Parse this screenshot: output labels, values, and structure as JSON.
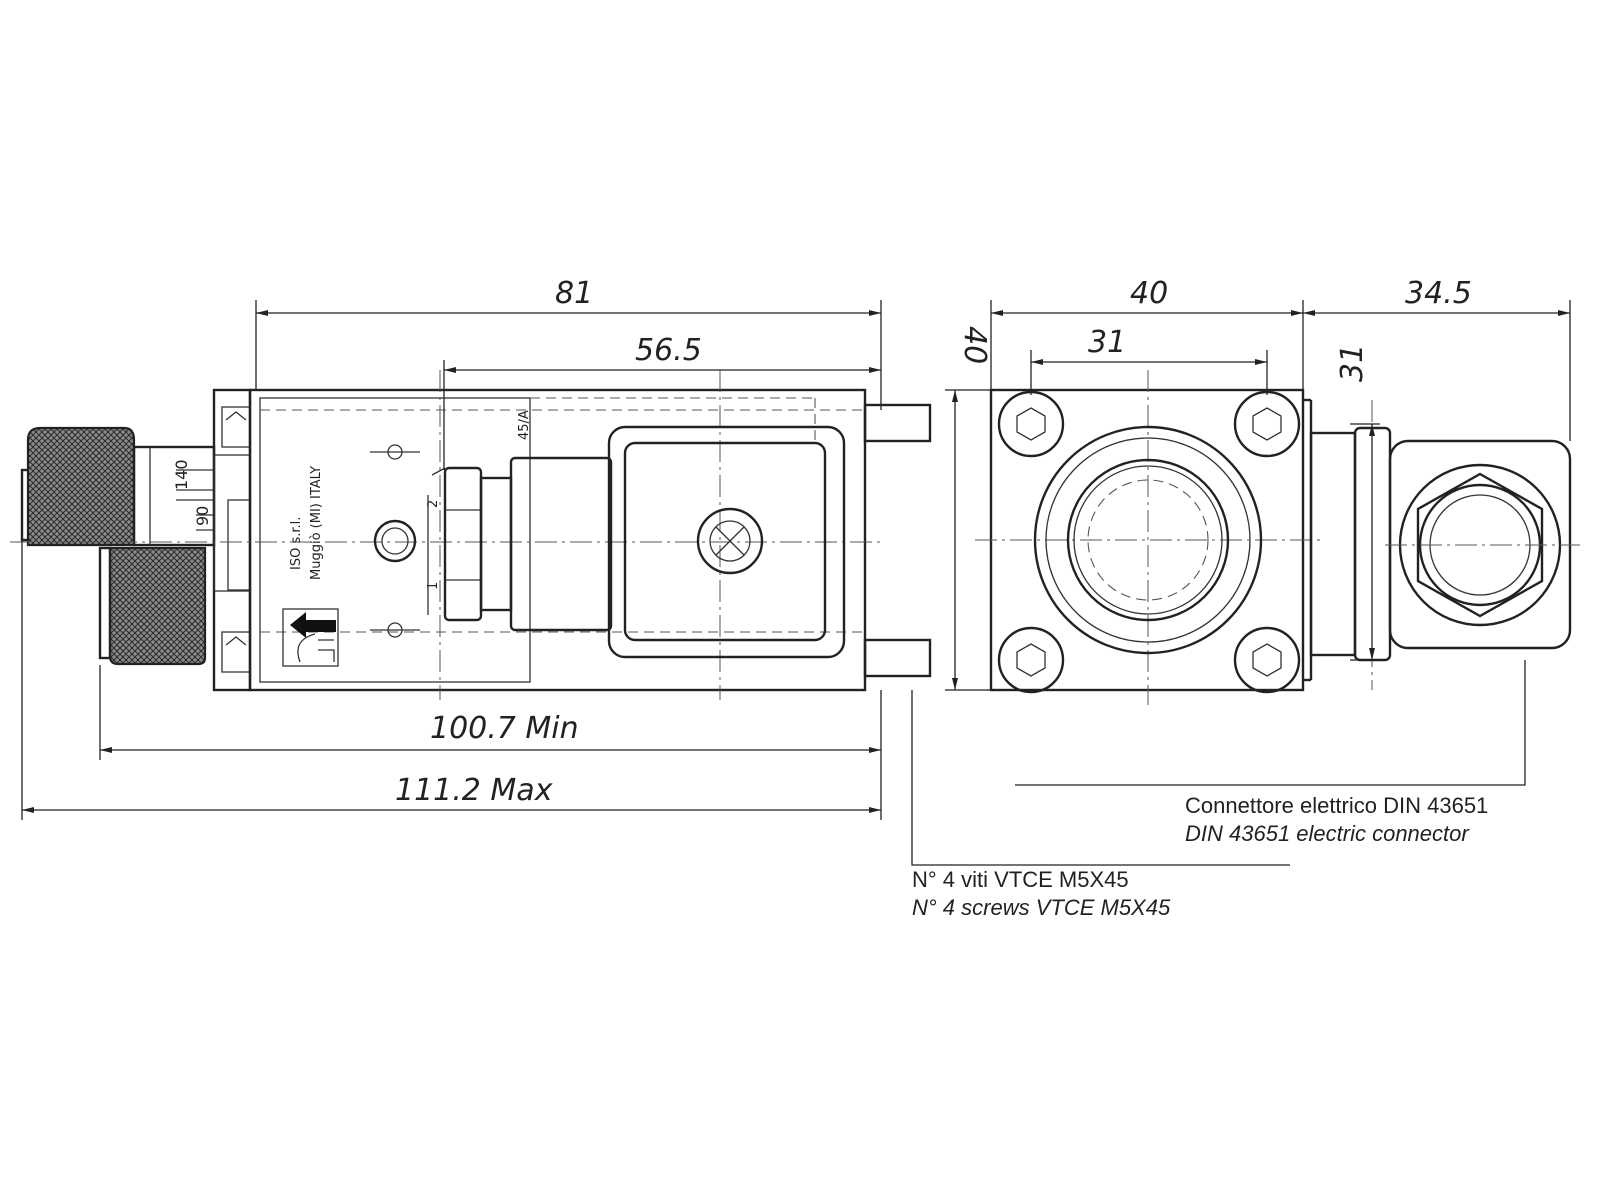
{
  "dimensions": {
    "overall_length": "81",
    "coil_offset": "56.5",
    "body_width": "40",
    "connector_depth": "34.5",
    "bolt_spacing_h": "31",
    "body_height": "40",
    "bolt_spacing_v": "31",
    "min_length": "100.7  Min",
    "max_length": "111.2  Max"
  },
  "body_markings": {
    "maker": "ISO s.r.l.",
    "address": "Muggiò (MI) ITALY",
    "model": "45/A",
    "port_1": "1",
    "port_2": "2",
    "scale_140": "140",
    "scale_90": "90"
  },
  "notes": {
    "connector_it": "Connettore elettrico DIN 43651",
    "connector_en": "DIN 43651 electric connector",
    "screws_it": "N° 4 viti VTCE M5X45",
    "screws_en": "N° 4 screws VTCE M5X45"
  }
}
